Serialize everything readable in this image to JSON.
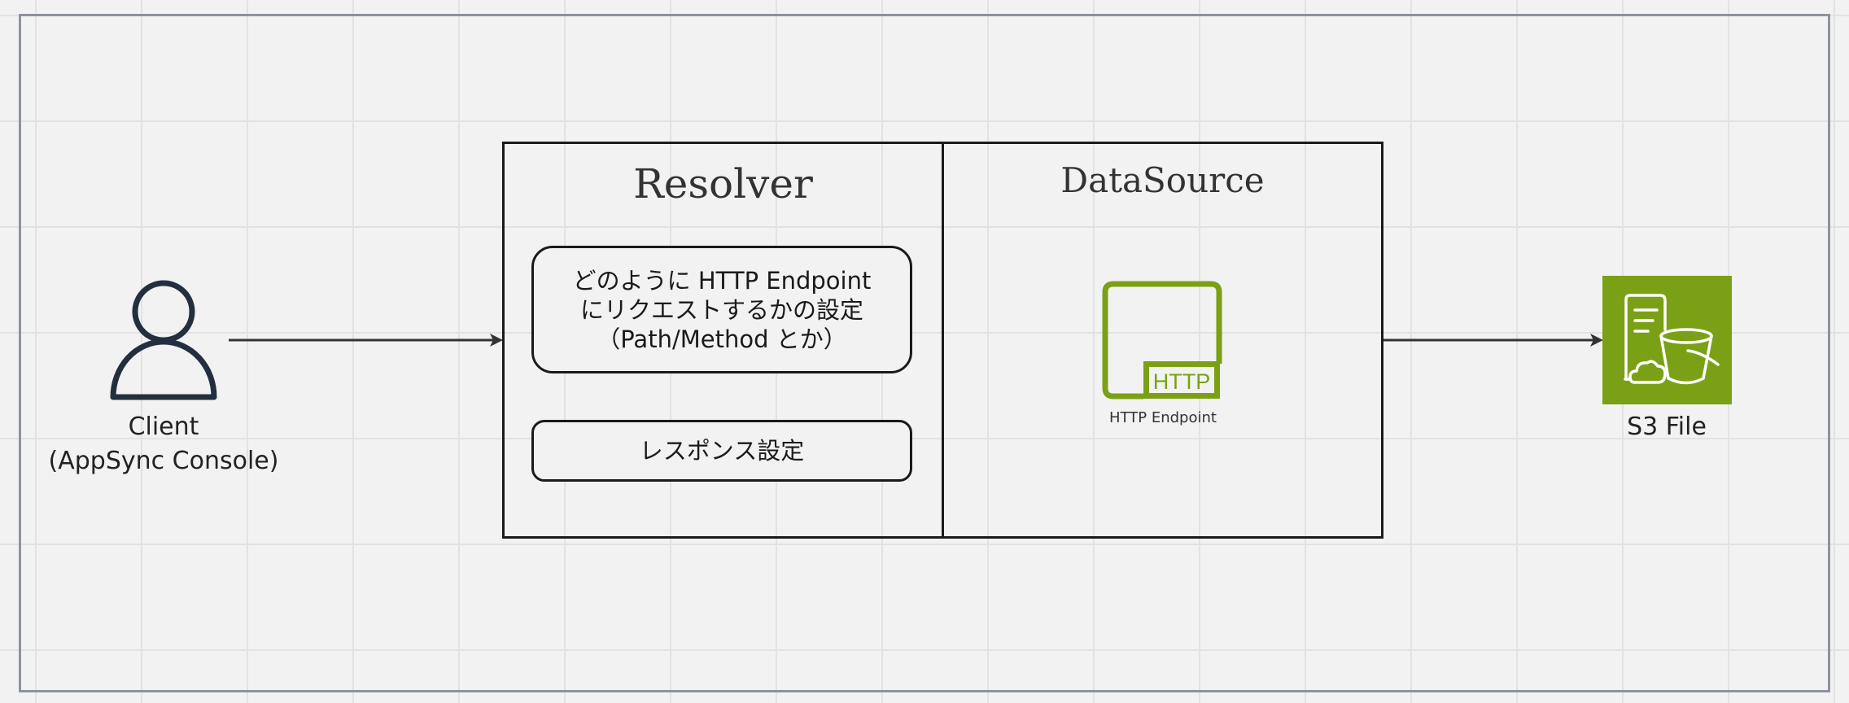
{
  "diagram": {
    "client": {
      "label_line1": "Client",
      "label_line2": "(AppSync Console)",
      "icon": "user-icon"
    },
    "resolver": {
      "title": "Resolver",
      "request_line1": "どのように HTTP Endpoint",
      "request_line2": "にリクエストするかの設定",
      "request_line3": "（Path/Method とか）",
      "response": "レスポンス設定"
    },
    "datasource": {
      "title": "DataSource",
      "icon": "http-endpoint-icon",
      "icon_text": "HTTP",
      "icon_label": "HTTP Endpoint"
    },
    "s3": {
      "label": "S3 File",
      "icon": "s3-bucket-icon"
    },
    "colors": {
      "aws_green": "#7aa116",
      "stroke": "#1a1a1a",
      "frame": "#8d939e",
      "icon_dark": "#232f3e"
    }
  }
}
